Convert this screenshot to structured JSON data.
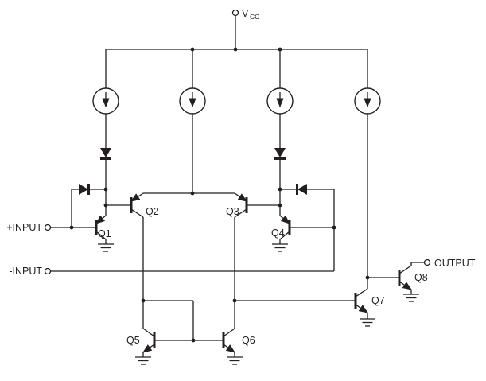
{
  "diagram": {
    "kind": "transistor-level op-amp schematic",
    "labels": {
      "vcc_main": "V",
      "vcc_sub": "CC",
      "input_plus": "+INPUT",
      "input_minus": "-INPUT",
      "output": "OUTPUT",
      "q1": "Q1",
      "q2": "Q2",
      "q3": "Q3",
      "q4": "Q4",
      "q5": "Q5",
      "q6": "Q6",
      "q7": "Q7",
      "q8": "Q8"
    },
    "components": {
      "current_sources": 4,
      "diodes": 4,
      "transistors": 8,
      "ground_symbols": 6,
      "terminals": 4
    },
    "colors": {
      "line": "#231f20",
      "background": "#ffffff"
    }
  }
}
